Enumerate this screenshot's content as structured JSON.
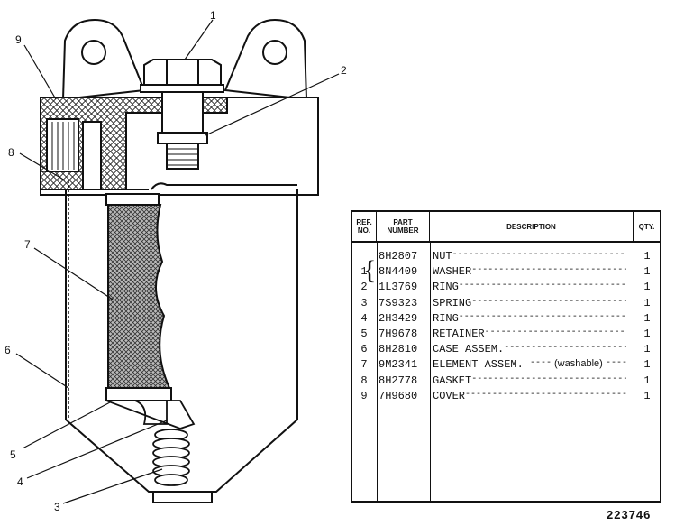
{
  "callouts": [
    "1",
    "2",
    "3",
    "4",
    "5",
    "6",
    "7",
    "8",
    "9"
  ],
  "table": {
    "headers": {
      "ref": [
        "REF.",
        "NO."
      ],
      "part": [
        "PART",
        "NUMBER"
      ],
      "description": "DESCRIPTION",
      "qty": "QTY."
    },
    "rows": [
      {
        "ref": "",
        "part": "8H2807",
        "description": "NUT",
        "qty": "1"
      },
      {
        "ref": "1",
        "part": "8N4409",
        "description": "WASHER",
        "qty": "1"
      },
      {
        "ref": "2",
        "part": "1L3769",
        "description": "RING",
        "qty": "1"
      },
      {
        "ref": "3",
        "part": "7S9323",
        "description": "SPRING",
        "qty": "1"
      },
      {
        "ref": "4",
        "part": "2H3429",
        "description": "RING",
        "qty": "1"
      },
      {
        "ref": "5",
        "part": "7H9678",
        "description": "RETAINER",
        "qty": "1"
      },
      {
        "ref": "6",
        "part": "8H2810",
        "description": "CASE ASSEM.",
        "qty": "1"
      },
      {
        "ref": "7",
        "part": "9M2341",
        "description": "ELEMENT ASSEM.",
        "note": "(washable)",
        "qty": "1"
      },
      {
        "ref": "8",
        "part": "8H2778",
        "description": "GASKET",
        "qty": "1"
      },
      {
        "ref": "9",
        "part": "7H9680",
        "description": "COVER",
        "qty": "1"
      }
    ]
  },
  "figure_number": "223746"
}
